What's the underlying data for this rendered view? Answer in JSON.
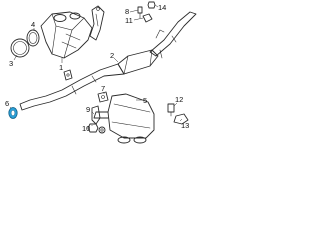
{
  "callouts": {
    "c1": "1",
    "c2": "2",
    "c3": "3",
    "c4": "4",
    "c5": "5",
    "c6": "6",
    "c7": "7",
    "c8": "8",
    "c9": "9",
    "c10": "10",
    "c11": "11",
    "c12": "12",
    "c13": "13",
    "c14": "14"
  },
  "colors": {
    "highlight": "#2aa0d8",
    "lines": "#2b2b2b"
  }
}
